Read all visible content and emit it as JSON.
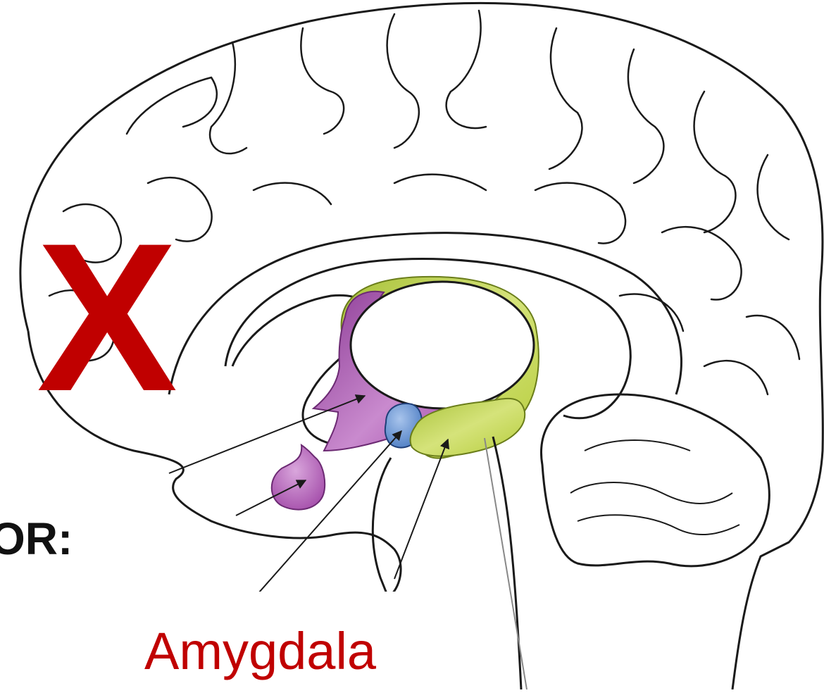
{
  "marks": {
    "x_symbol": "X",
    "x_color": "#c00000"
  },
  "labels": {
    "or_text": "OR:",
    "amygdala_text": "Amygdala",
    "amygdala_color": "#c00000"
  },
  "colors": {
    "outline": "#1a1a1a",
    "fornix_green": "#b5cc3a",
    "thalamic_purple": "#a24aa8",
    "amygdala_blue": "#4f7fc4"
  }
}
